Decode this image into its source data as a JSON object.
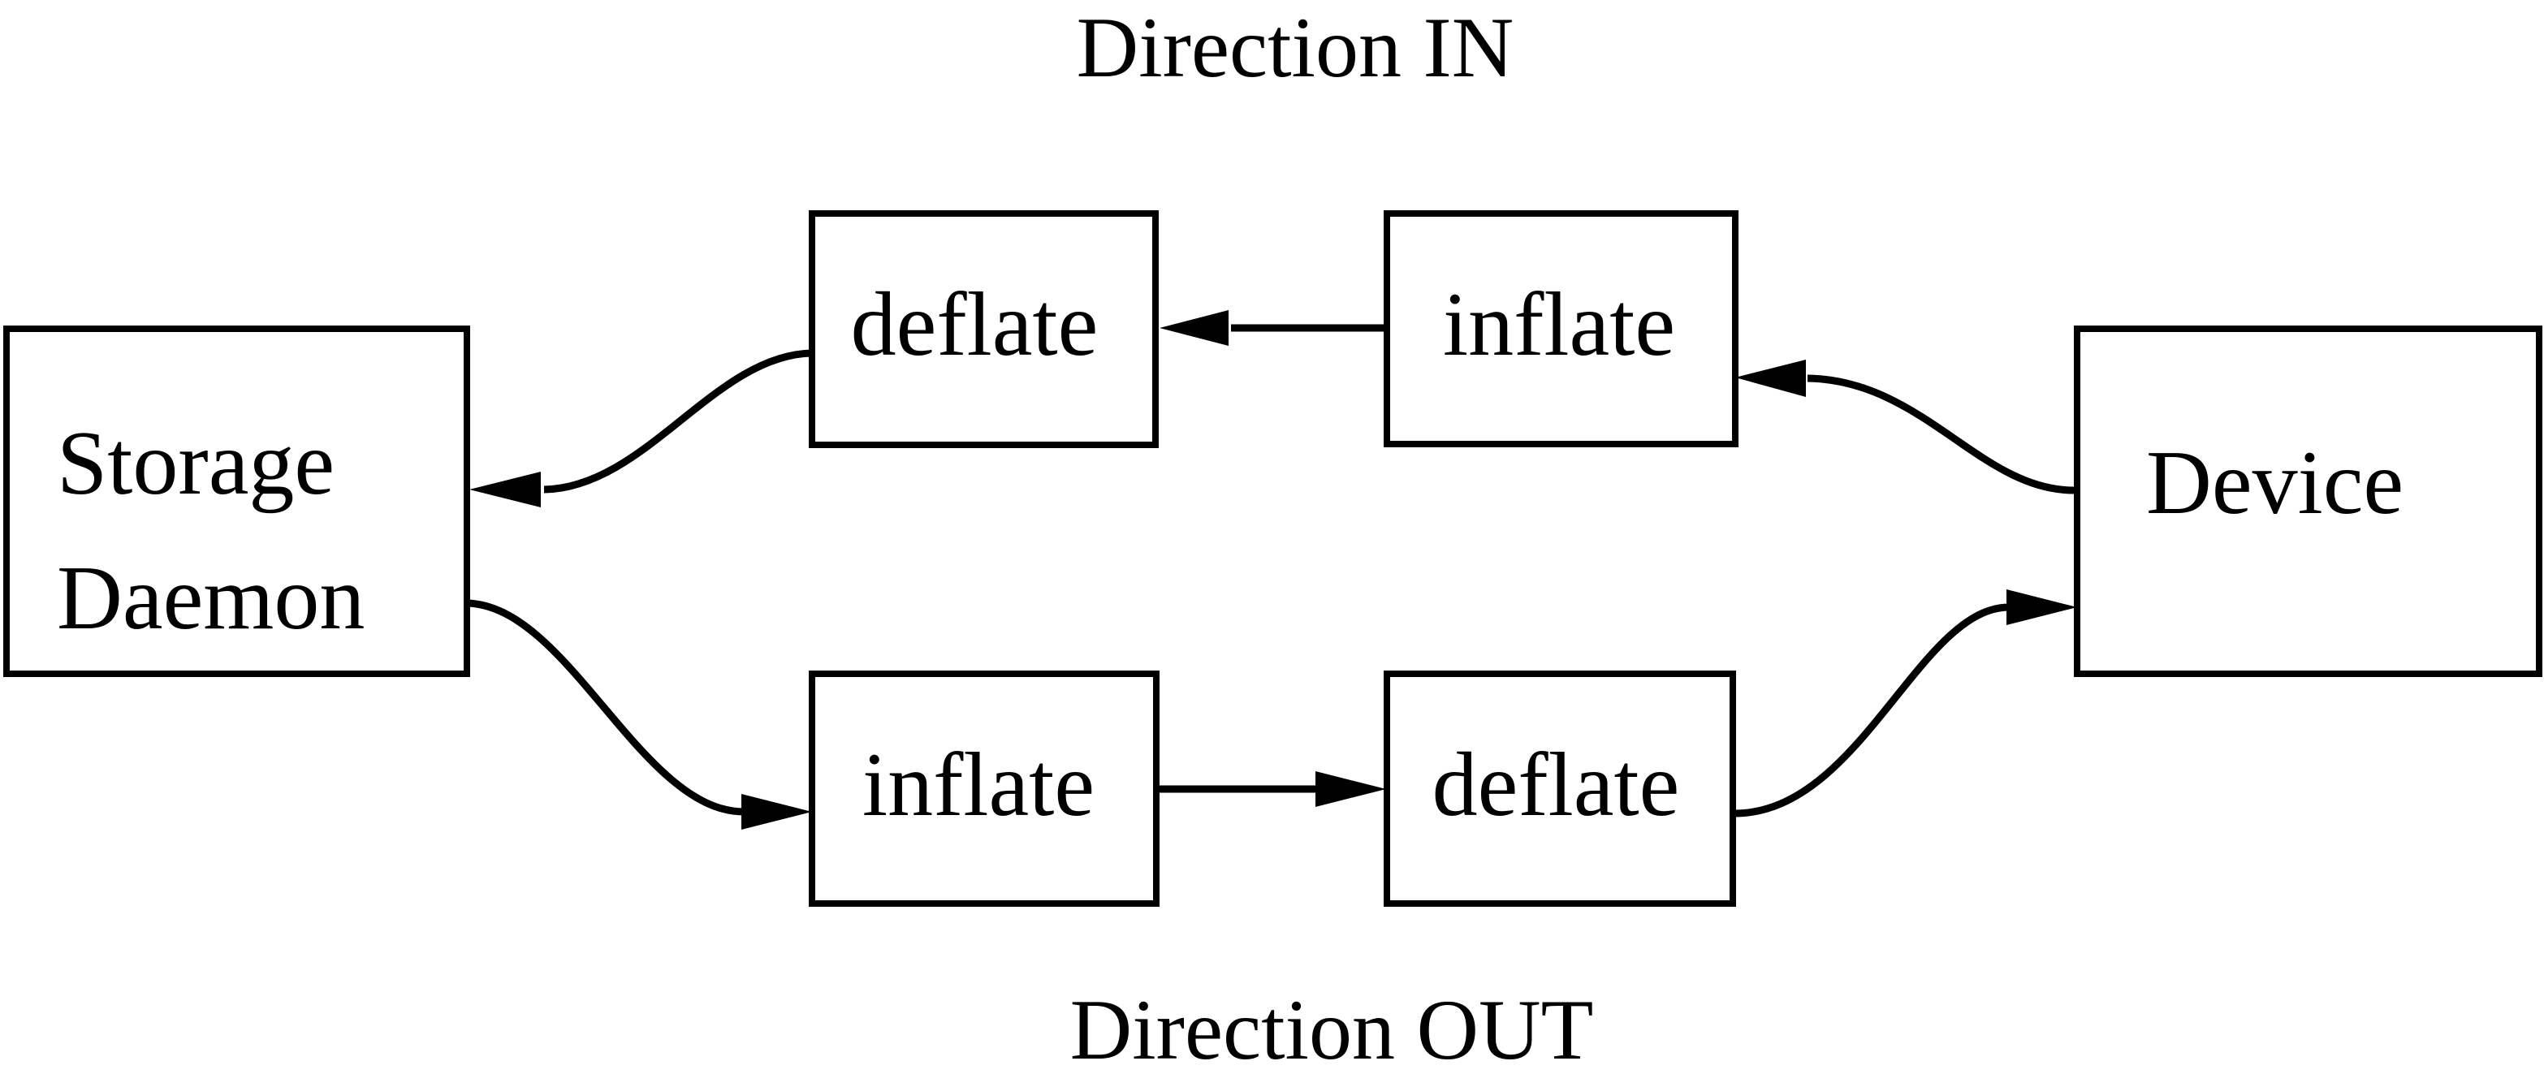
{
  "diagram": {
    "title_in": "Direction IN",
    "title_out": "Direction OUT",
    "nodes": {
      "storage_daemon": {
        "label_line1": "Storage",
        "label_line2": "Daemon"
      },
      "deflate_top": {
        "label": "deflate"
      },
      "inflate_top": {
        "label": "inflate"
      },
      "inflate_bottom": {
        "label": "inflate"
      },
      "deflate_bottom": {
        "label": "deflate"
      },
      "device": {
        "label": "Device"
      }
    },
    "edges": {
      "in_device_to_inflate": "Device to inflate (IN)",
      "in_inflate_to_deflate": "inflate to deflate (IN)",
      "in_deflate_to_storage": "deflate to Storage Daemon (IN)",
      "out_storage_to_inflate": "Storage Daemon to inflate (OUT)",
      "out_inflate_to_deflate": "inflate to deflate (OUT)",
      "out_deflate_to_device": "deflate to Device (OUT)"
    },
    "colors": {
      "foreground": "#000000",
      "background": "#ffffff"
    }
  }
}
